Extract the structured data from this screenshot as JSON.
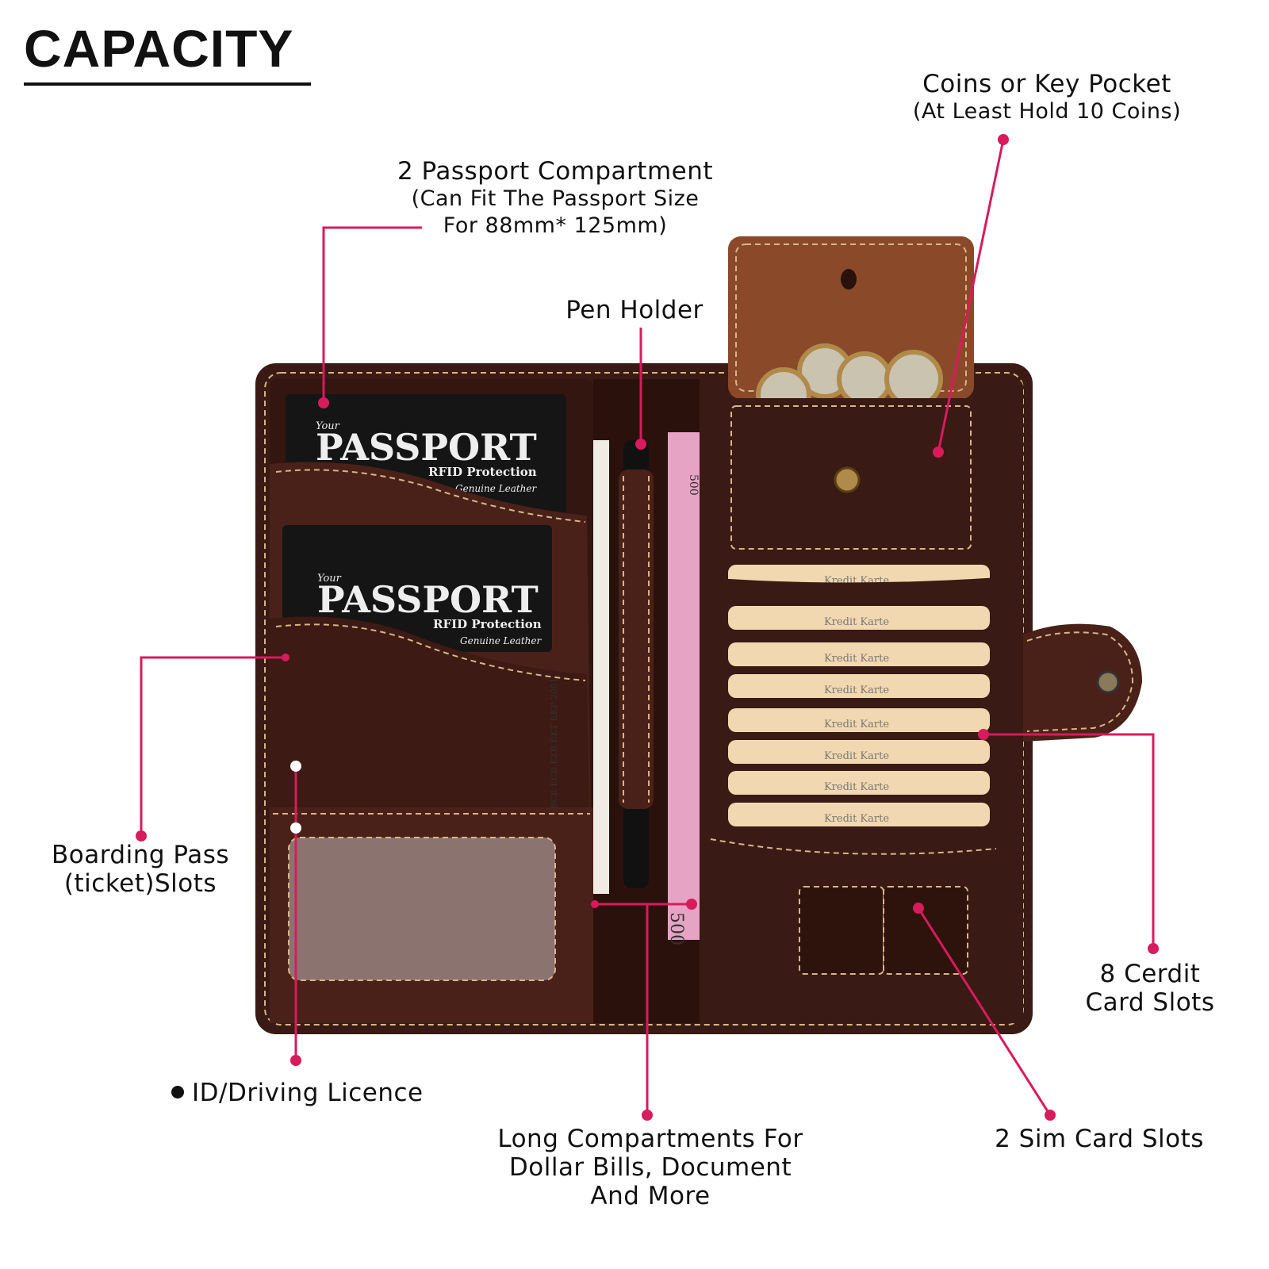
{
  "title": "CAPACITY",
  "colors": {
    "accent": "#d81b5c",
    "leather": "#3a1a14",
    "leather_light": "#5a2a20",
    "stitch": "#d9b48a",
    "card": "#f2d8b0"
  },
  "labels": {
    "coins": {
      "line1": "Coins or Key Pocket",
      "line2": "(At Least Hold 10 Coins)"
    },
    "passport": {
      "line1": "2 Passport Compartment",
      "line2": "(Can Fit The Passport Size",
      "line3": "For 88mm* 125mm)"
    },
    "pen": {
      "line1": "Pen Holder"
    },
    "boarding": {
      "line1": "Boarding Pass",
      "line2": "(ticket)Slots"
    },
    "id": {
      "line1": "ID/Driving Licence"
    },
    "long": {
      "line1": "Long Compartments For",
      "line2": "Dollar Bills, Document",
      "line3": "And More"
    },
    "cards": {
      "line1": "8 Cerdit",
      "line2": "Card Slots"
    },
    "sim": {
      "line1": "2 Sim Card Slots"
    }
  },
  "passports": [
    {
      "your": "Your",
      "title": "PASSPORT",
      "rfid": "RFID Protection",
      "leather": "Genuine Leather"
    },
    {
      "your": "Your",
      "title": "PASSPORT",
      "rfid": "RFID Protection",
      "leather": "Genuine Leather"
    }
  ],
  "credit_cards": [
    "Kredit Karte",
    "Kredit Karte",
    "Kredit Karte",
    "Kredit Karte",
    "Kredit Karte",
    "Kredit Karte",
    "Kredit Karte",
    "Kredit Karte"
  ],
  "banknote": {
    "top_value": "500",
    "bottom_value": "500",
    "codes": "BCE ECB EZB EKT EKP 2001"
  }
}
